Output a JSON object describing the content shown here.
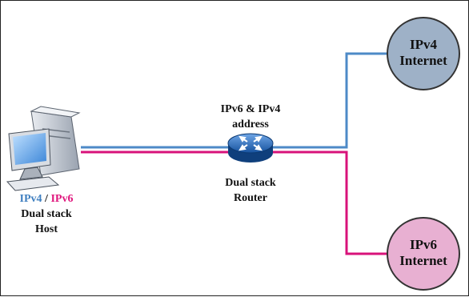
{
  "colors": {
    "ipv4_link": "#4d8ac7",
    "ipv6_link": "#d8127a",
    "ipv4_cloud": "#9eb1c7",
    "ipv6_cloud": "#e8b0d2",
    "cloud_border": "#333333",
    "router_body": "#1d63b8"
  },
  "clouds": {
    "ipv4": {
      "line1": "IPv4",
      "line2": "Internet"
    },
    "ipv6": {
      "line1": "IPv6",
      "line2": "Internet"
    }
  },
  "router": {
    "top_line1": "IPv6 & IPv4",
    "top_line2": "address",
    "label_line1": "Dual stack",
    "label_line2": "Router",
    "icon": "router-icon"
  },
  "host": {
    "protocol_v4": "IPv4",
    "separator": " / ",
    "protocol_v6": "IPv6",
    "label_line1": "Dual stack",
    "label_line2": "Host",
    "icon": "desktop-computer-icon"
  }
}
